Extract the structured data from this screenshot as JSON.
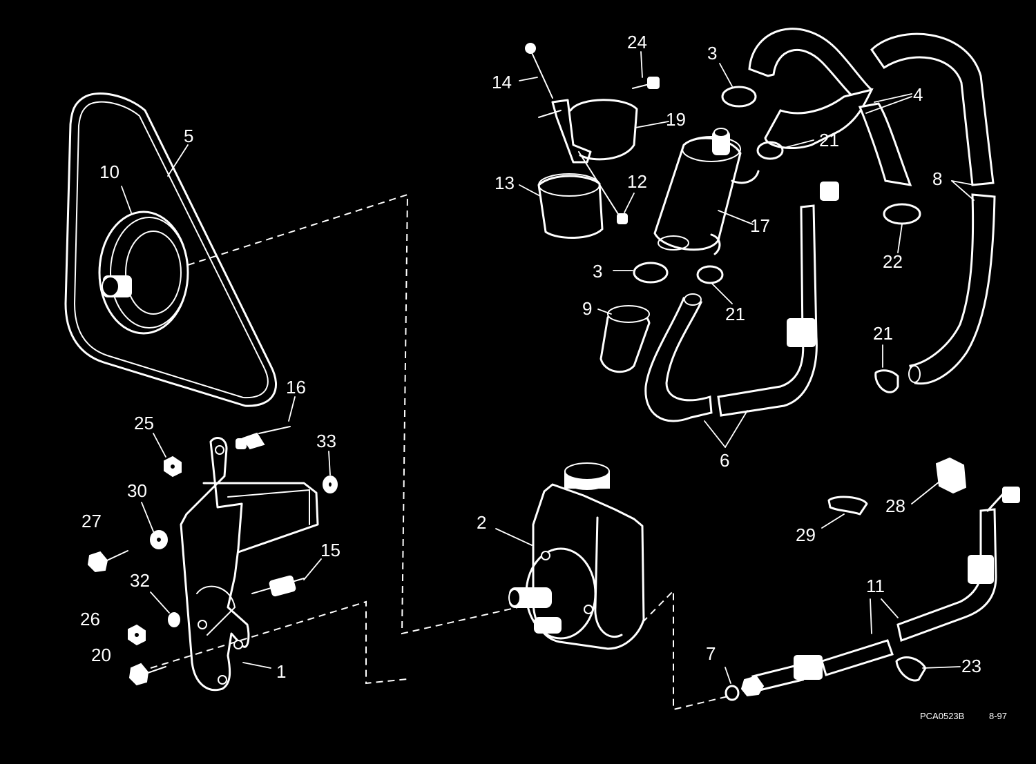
{
  "diagram": {
    "callouts": [
      {
        "id": "c1",
        "label": "1"
      },
      {
        "id": "c2",
        "label": "2"
      },
      {
        "id": "c3a",
        "label": "3"
      },
      {
        "id": "c3b",
        "label": "3"
      },
      {
        "id": "c4",
        "label": "4"
      },
      {
        "id": "c5",
        "label": "5"
      },
      {
        "id": "c6",
        "label": "6"
      },
      {
        "id": "c7",
        "label": "7"
      },
      {
        "id": "c8",
        "label": "8"
      },
      {
        "id": "c9",
        "label": "9"
      },
      {
        "id": "c10",
        "label": "10"
      },
      {
        "id": "c11",
        "label": "11"
      },
      {
        "id": "c12",
        "label": "12"
      },
      {
        "id": "c13",
        "label": "13"
      },
      {
        "id": "c14",
        "label": "14"
      },
      {
        "id": "c15",
        "label": "15"
      },
      {
        "id": "c16",
        "label": "16"
      },
      {
        "id": "c17",
        "label": "17"
      },
      {
        "id": "c19",
        "label": "19"
      },
      {
        "id": "c20",
        "label": "20"
      },
      {
        "id": "c21a",
        "label": "21"
      },
      {
        "id": "c21b",
        "label": "21"
      },
      {
        "id": "c21c",
        "label": "21"
      },
      {
        "id": "c22",
        "label": "22"
      },
      {
        "id": "c23",
        "label": "23"
      },
      {
        "id": "c24",
        "label": "24"
      },
      {
        "id": "c25",
        "label": "25"
      },
      {
        "id": "c26",
        "label": "26"
      },
      {
        "id": "c27",
        "label": "27"
      },
      {
        "id": "c28",
        "label": "28"
      },
      {
        "id": "c29",
        "label": "29"
      },
      {
        "id": "c30",
        "label": "30"
      },
      {
        "id": "c32",
        "label": "32"
      },
      {
        "id": "c33",
        "label": "33"
      }
    ],
    "footer": {
      "code": "PCA0523B",
      "date": "8-97"
    },
    "colors": {
      "background": "#000000",
      "line": "#ffffff"
    }
  }
}
